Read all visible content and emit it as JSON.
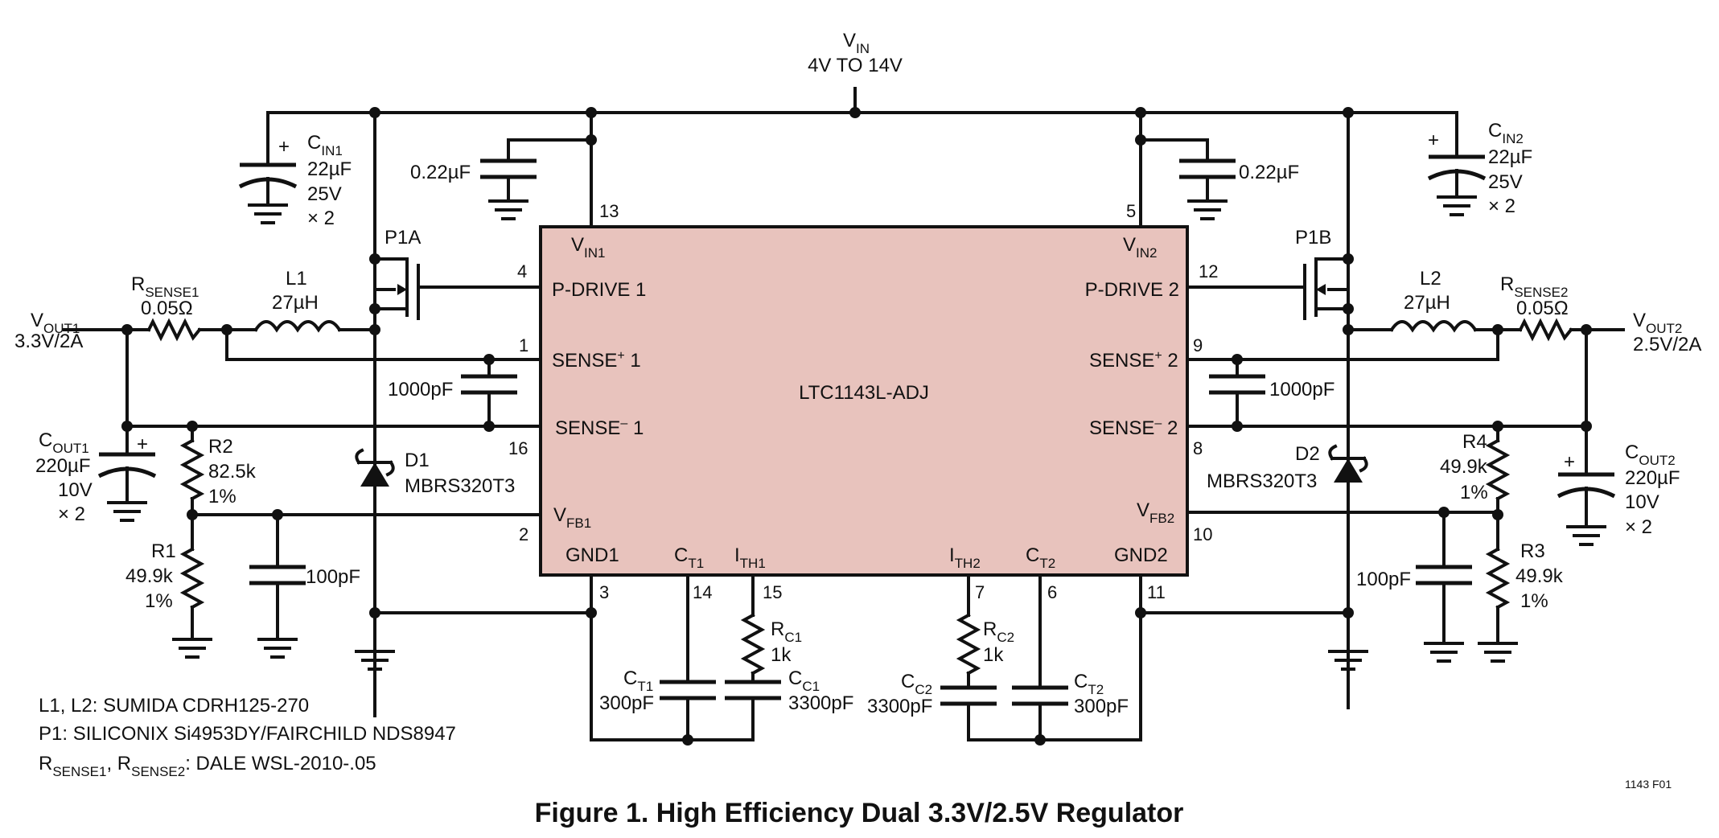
{
  "chip": {
    "name": "LTC1143L-ADJ",
    "fill": "#e8c3bd"
  },
  "vin": {
    "name": "V",
    "sub": "IN",
    "range": "4V TO 14V"
  },
  "pins": {
    "vin1": {
      "main": "V",
      "sub": "IN1",
      "num": "13"
    },
    "vin2": {
      "main": "V",
      "sub": "IN2",
      "num": "5"
    },
    "pdrive1": {
      "label": "P-DRIVE 1",
      "num": "4"
    },
    "pdrive2": {
      "label": "P-DRIVE 2",
      "num": "12"
    },
    "sensep1": {
      "main": "SENSE",
      "sup": "+",
      "tail": " 1",
      "num": "1"
    },
    "sensep2": {
      "main": "SENSE",
      "sup": "+",
      "tail": " 2",
      "num": "9"
    },
    "sensen1": {
      "main": "SENSE",
      "sup": "–",
      "tail": " 1",
      "num": "16"
    },
    "sensen2": {
      "main": "SENSE",
      "sup": "–",
      "tail": " 2",
      "num": "8"
    },
    "vfb1": {
      "main": "V",
      "sub": "FB1",
      "num": "2"
    },
    "vfb2": {
      "main": "V",
      "sub": "FB2",
      "num": "10"
    },
    "gnd1": {
      "label": "GND1",
      "num": "3"
    },
    "gnd2": {
      "label": "GND2",
      "num": "11"
    },
    "ct1": {
      "main": "C",
      "sub": "T1",
      "num": "14"
    },
    "ith1": {
      "main": "I",
      "sub": "TH1",
      "num": "15"
    },
    "ith2": {
      "main": "I",
      "sub": "TH2",
      "num": "7"
    },
    "ct2": {
      "main": "C",
      "sub": "T2",
      "num": "6"
    }
  },
  "components": {
    "cin1": {
      "main": "C",
      "sub": "IN1",
      "v1": "22µF",
      "v2": "25V",
      "v3": "× 2",
      "plus": "+"
    },
    "cin2": {
      "main": "C",
      "sub": "IN2",
      "v1": "22µF",
      "v2": "25V",
      "v3": "× 2",
      "plus": "+"
    },
    "cbyp1": {
      "value": "0.22µF"
    },
    "cbyp2": {
      "value": "0.22µF"
    },
    "p1a": {
      "label": "P1A"
    },
    "p1b": {
      "label": "P1B"
    },
    "rsense1": {
      "main": "R",
      "sub": "SENSE1",
      "value": "0.05Ω"
    },
    "rsense2": {
      "main": "R",
      "sub": "SENSE2",
      "value": "0.05Ω"
    },
    "l1": {
      "label": "L1",
      "value": "27µH"
    },
    "l2": {
      "label": "L2",
      "value": "27µH"
    },
    "vout1": {
      "main": "V",
      "sub": "OUT1",
      "value": "3.3V/2A"
    },
    "vout2": {
      "main": "V",
      "sub": "OUT2",
      "value": "2.5V/2A"
    },
    "csense1": {
      "value": "1000pF"
    },
    "csense2": {
      "value": "1000pF"
    },
    "cout1": {
      "main": "C",
      "sub": "OUT1",
      "v1": "220µF",
      "v2": "10V",
      "v3": "× 2",
      "plus": "+"
    },
    "cout2": {
      "main": "C",
      "sub": "OUT2",
      "v1": "220µF",
      "v2": "10V",
      "v3": "× 2",
      "plus": "+"
    },
    "r2": {
      "label": "R2",
      "value": "82.5k",
      "tol": "1%"
    },
    "r1": {
      "label": "R1",
      "value": "49.9k",
      "tol": "1%"
    },
    "r4": {
      "label": "R4",
      "value": "49.9k",
      "tol": "1%"
    },
    "r3": {
      "label": "R3",
      "value": "49.9k",
      "tol": "1%"
    },
    "d1": {
      "label": "D1",
      "part": "MBRS320T3"
    },
    "d2": {
      "label": "D2",
      "part": "MBRS320T3"
    },
    "cfb1": {
      "value": "100pF"
    },
    "cfb2": {
      "value": "100pF"
    },
    "ct1c": {
      "main": "C",
      "sub": "T1",
      "value": "300pF"
    },
    "ct2c": {
      "main": "C",
      "sub": "T2",
      "value": "300pF"
    },
    "rc1": {
      "main": "R",
      "sub": "C1",
      "value": "1k"
    },
    "rc2": {
      "main": "R",
      "sub": "C2",
      "value": "1k"
    },
    "cc1": {
      "main": "C",
      "sub": "C1",
      "value": "3300pF"
    },
    "cc2": {
      "main": "C",
      "sub": "C2",
      "value": "3300pF"
    }
  },
  "notes": {
    "line1": "L1, L2: SUMIDA CDRH125-270",
    "line2": "P1: SILICONIX Si4953DY/FAIRCHILD NDS8947",
    "line3_r1": "R",
    "line3_s1": "SENSE1",
    "line3_mid": ", R",
    "line3_s2": "SENSE2",
    "line3_tail": ": DALE WSL-2010-.05"
  },
  "figure_id": "1143 F01",
  "caption": "Figure 1.  High Efficiency Dual 3.3V/2.5V Regulator"
}
